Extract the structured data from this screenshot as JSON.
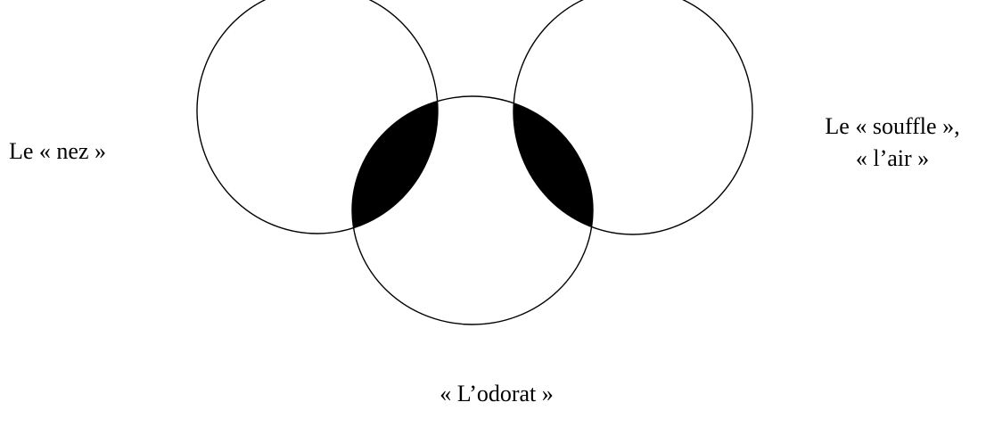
{
  "labels": {
    "nose": "Le « nez »",
    "breath_line1": "Le « souffle »,",
    "breath_line2": "« l’air »",
    "smell": "« L’odorat »"
  },
  "colors": {
    "stroke": "#000000",
    "overlap_fill": "#000000",
    "background": "#ffffff"
  }
}
